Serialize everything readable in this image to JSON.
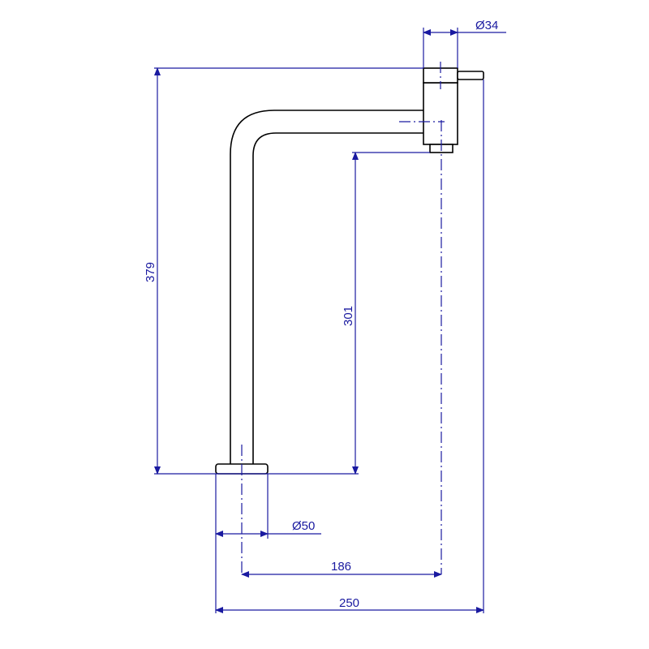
{
  "dimensions": {
    "top_diameter": "Ø34",
    "total_height": "379",
    "spout_height": "301",
    "base_diameter": "Ø50",
    "reach": "186",
    "total_width": "250"
  },
  "colors": {
    "dimension_lines": "#1a1aa0",
    "part_outline": "#000000",
    "background": "#ffffff"
  }
}
